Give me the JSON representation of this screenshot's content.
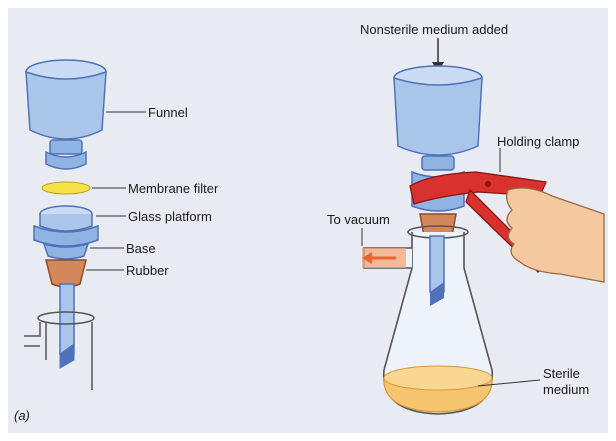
{
  "labels": {
    "funnel": "Funnel",
    "membrane_filter": "Membrane filter",
    "glass_platform": "Glass platform",
    "base": "Base",
    "rubber": "Rubber",
    "nonsterile": "Nonsterile medium added",
    "holding_clamp": "Holding clamp",
    "to_vacuum": "To vacuum",
    "sterile_line1": "Sterile",
    "sterile_line2": "medium",
    "panel_tag": "(a)"
  },
  "colors": {
    "background": "#ffffff",
    "panel_background": "#e9ebf3",
    "glass": "#a9c6ea",
    "glass_dark": "#4f72b8",
    "membrane": "#f6e34a",
    "rubber": "#d4875a",
    "clamp": "#d9312e",
    "sterile_medium": "#f6c56f",
    "vacuum_arrow": "#e8652f",
    "skin": "#f5c9a0",
    "line": "#222222"
  }
}
